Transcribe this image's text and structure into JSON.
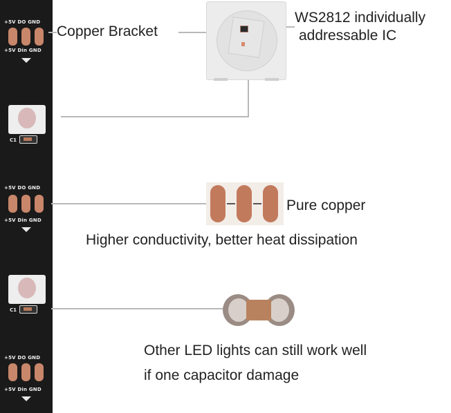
{
  "strip": {
    "pad_label_top": "+5V DO GND",
    "pad_label_bottom": "+5V Din GND",
    "cap_label": "C1"
  },
  "callouts": {
    "copper_bracket": "Copper Bracket",
    "ic_line1": "WS2812 individually",
    "ic_line2": "addressable IC",
    "pure_copper": "Pure copper",
    "conductivity": "Higher conductivity, better heat dissipation",
    "capacitor_line1": "Other LED lights can still work well",
    "capacitor_line2": "if one capacitor damage"
  },
  "colors": {
    "strip": "#1a1a1a",
    "copper": "#c8866a",
    "leader": "#b8b8b8"
  }
}
